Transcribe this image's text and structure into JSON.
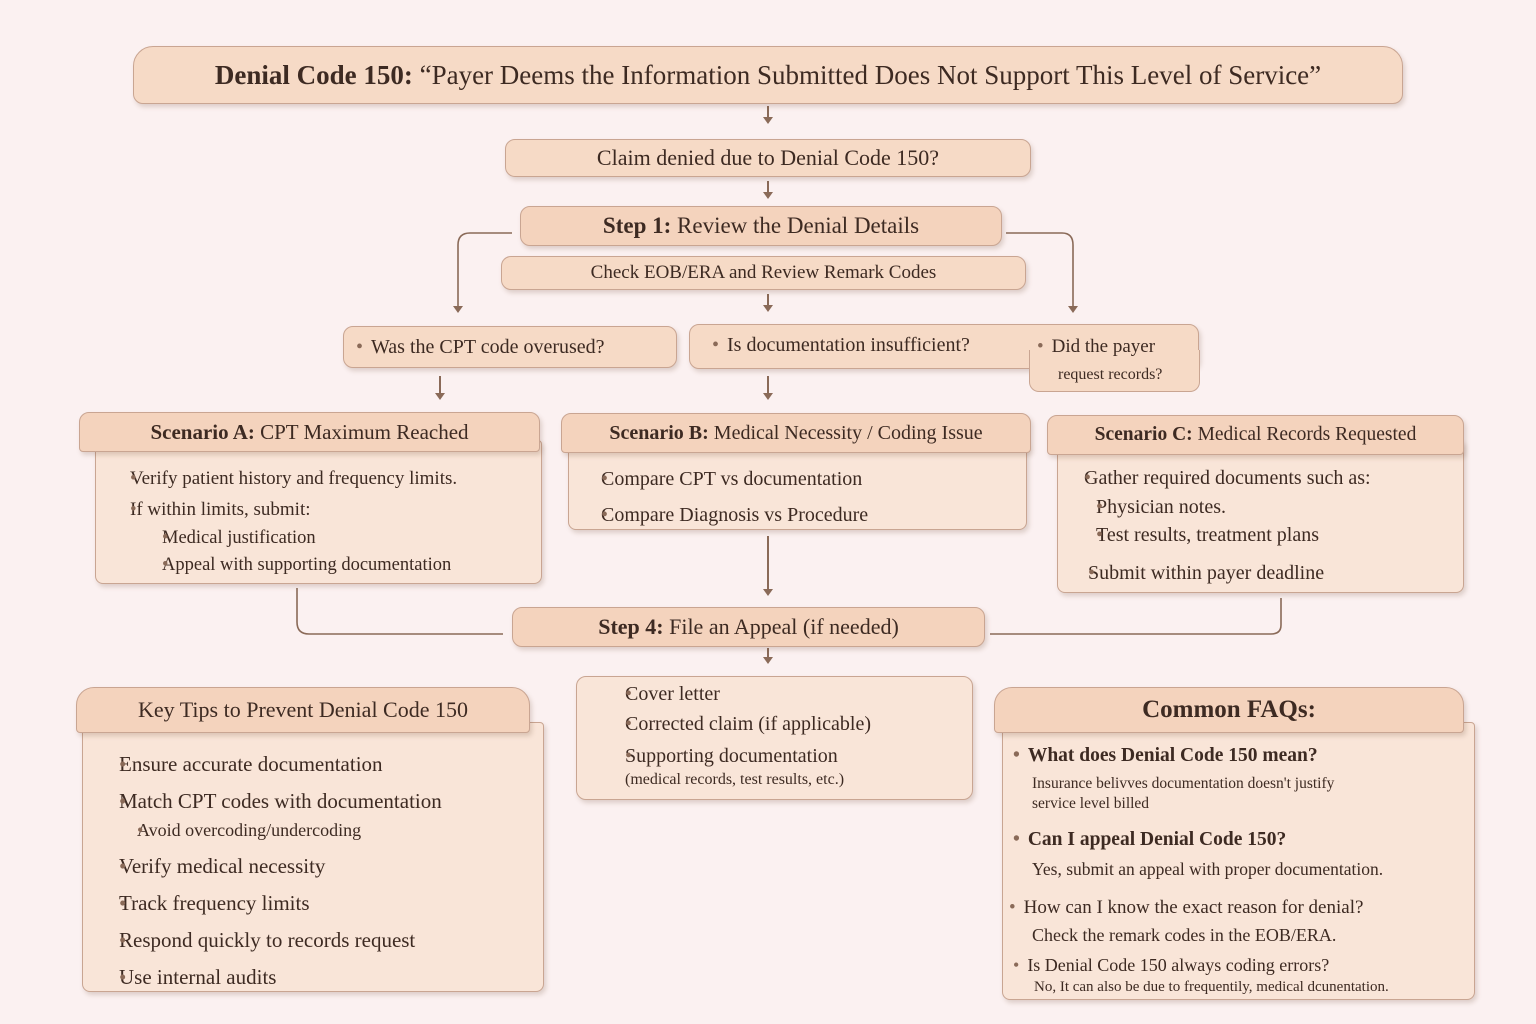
{
  "title": {
    "bold": "Denial Code 150:",
    "rest": "“Payer Deems the Information Submitted Does Not Support This Level of Service”"
  },
  "question": "Claim denied due to Denial Code 150?",
  "step1": {
    "bold": "Step 1:",
    "rest": "Review the Denial Details",
    "sub": "Check EOB/ERA and Review Remark Codes"
  },
  "checks": {
    "a": "Was the CPT code overused?",
    "b": "Is documentation insufficient?",
    "c_line1": "Did the payer",
    "c_line2": "request records?"
  },
  "scenarios": [
    {
      "bold": "Scenario A:",
      "rest": "CPT Maximum Reached",
      "items": [
        "Verify patient history and frequency limits.",
        "If within limits, submit:"
      ],
      "subitems": [
        "Medical justification",
        "Appeal with supporting documentation"
      ]
    },
    {
      "bold": "Scenario B:",
      "rest": "Medical Necessity / Coding Issue",
      "items": [
        "Compare CPT vs documentation",
        "Compare Diagnosis vs Procedure"
      ]
    },
    {
      "bold": "Scenario C:",
      "rest": "Medical Records Requested",
      "items": [
        "Gather required documents such as:",
        "Submit within payer deadline"
      ],
      "subitems": [
        "Physician notes.",
        "Test results, treatment plans"
      ]
    }
  ],
  "step4": {
    "bold": "Step 4:",
    "rest": "File an Appeal (if needed)",
    "items": [
      "Cover letter",
      "Corrected claim (if applicable)",
      "Supporting documentation"
    ],
    "note": "(medical records, test results, etc.)"
  },
  "tips": {
    "title": "Key Tips to Prevent Denial Code 150",
    "items": [
      "Ensure accurate documentation",
      "Match CPT codes with documentation",
      "Verify medical necessity",
      "Track frequency limits",
      "Respond quickly to records request",
      "Use internal audits"
    ],
    "sub": "Avoid overcoding/undercoding"
  },
  "faqs": {
    "title": "Common FAQs:",
    "items": [
      {
        "q": "What does Denial Code 150 mean?",
        "a1": "Insurance belivves documentation doesn't justify",
        "a2": "service level billed"
      },
      {
        "q": "Can I appeal Denial Code 150?",
        "a1": "Yes, submit an appeal with proper documentation."
      },
      {
        "q": "How can I know the exact reason for denial?",
        "a1": "Check the remark codes in the EOB/ERA."
      },
      {
        "q": "Is Denial Code 150 always coding errors?",
        "a1": "No, It can also be due to frequentily, medical dcunentation."
      }
    ]
  },
  "colors": {
    "background": "#fbf1f1",
    "box": "#f6dac6",
    "box_body": "#f9e5d8",
    "border": "#c9a592",
    "text": "#3d2a22",
    "connector": "#8a6a58"
  }
}
